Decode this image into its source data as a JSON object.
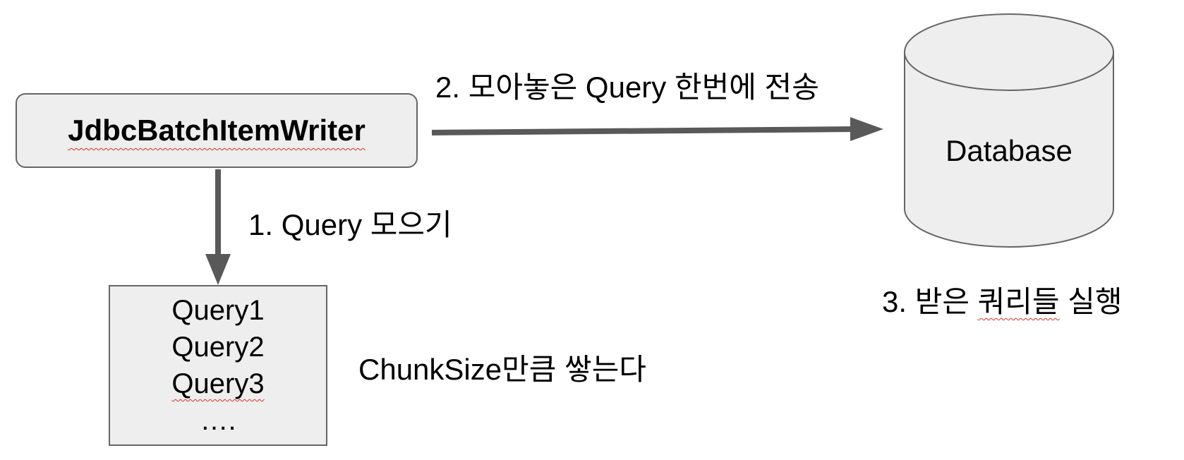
{
  "writer": {
    "label": "JdbcBatchItemWriter"
  },
  "database": {
    "label": "Database"
  },
  "queries": {
    "items": [
      "Query1",
      "Query2",
      "Query3",
      "…."
    ]
  },
  "steps": {
    "collect": "1. Query 모으기",
    "send": "2. 모아놓은 Query 한번에 전송",
    "execute_prefix": "3. 받은 ",
    "execute_word": "쿼리들",
    "execute_suffix": " 실행"
  },
  "chunk_note": "ChunkSize만큼 쌓는다",
  "colors": {
    "box_fill": "#eeeeee",
    "box_stroke": "#666666",
    "arrow": "#595959",
    "spellcheck": "#d93025"
  }
}
